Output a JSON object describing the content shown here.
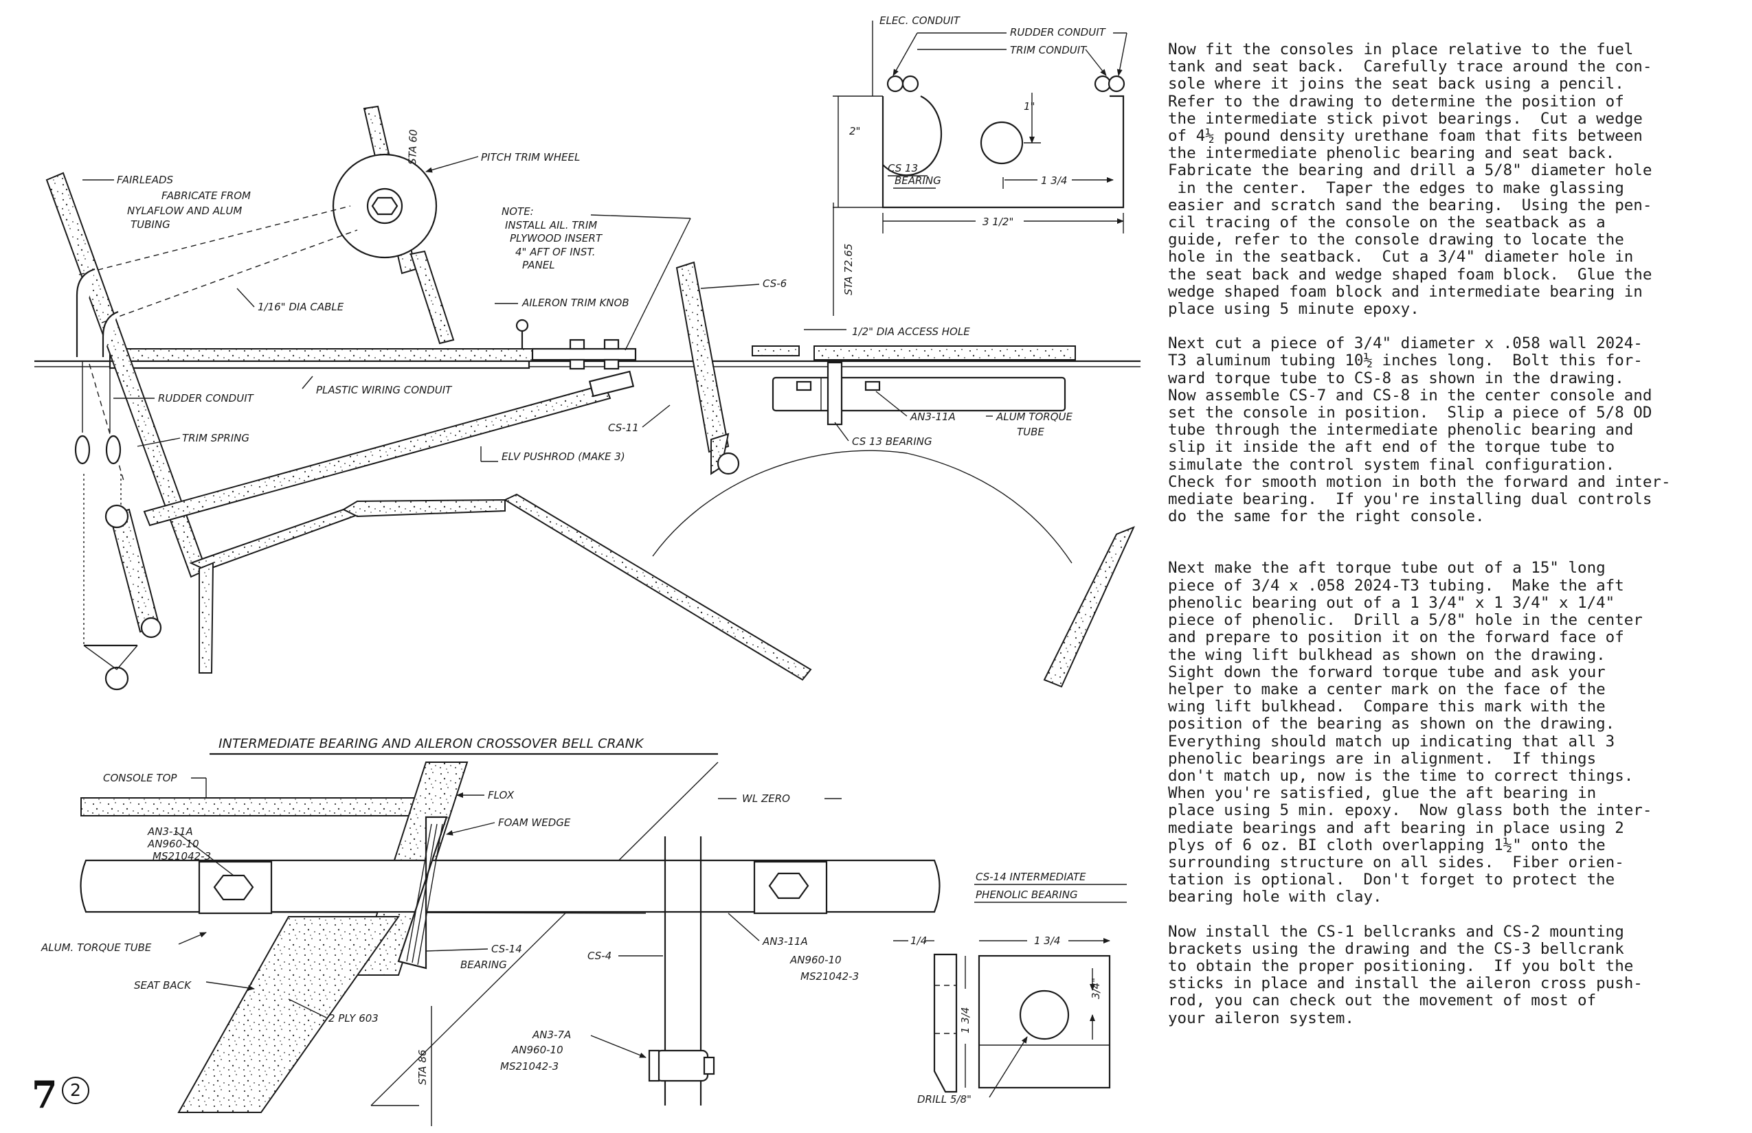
{
  "page": {
    "number": "7",
    "sub_number": "2"
  },
  "drawing": {
    "labels": {
      "fairleads": "FAIRLEADS",
      "fabricate_1": "FABRICATE FROM",
      "fabricate_2": "NYLAFLOW AND ALUM",
      "fabricate_3": "TUBING",
      "pitch_trim_wheel": "PITCH TRIM WHEEL",
      "sta_60": "STA 60",
      "note_1": "NOTE:",
      "note_2": "INSTALL AIL. TRIM",
      "note_3": "PLYWOOD INSERT",
      "note_4": "4\" AFT OF INST.",
      "note_5": "PANEL",
      "cable": "1/16\" DIA CABLE",
      "aileron_trim_knob": "AILERON TRIM KNOB",
      "cs6": "CS-6",
      "sta_7265": "STA 72.65",
      "access_hole": "1/2\" DIA ACCESS HOLE",
      "plastic_wiring_conduit": "PLASTIC WIRING CONDUIT",
      "rudder_conduit_left": "RUDDER CONDUIT",
      "trim_spring": "TRIM SPRING",
      "cs11": "CS-11",
      "elv_pushrod": "ELV PUSHROD (MAKE 3)",
      "an3_11a_top": "AN3-11A",
      "cs13_bearing_side": "CS 13 BEARING",
      "alum_torque_tube_1": "ALUM TORQUE",
      "alum_torque_tube_2": "TUBE",
      "elec_conduit": "ELEC. CONDUIT",
      "rudder_conduit_top": "RUDDER CONDUIT",
      "trim_conduit": "TRIM CONDUIT",
      "dim_2in": "2\"",
      "dim_1in": "1\"",
      "cs13_label_1": "CS 13",
      "cs13_label_2": "BEARING",
      "dim_1_3_4": "1 3/4",
      "dim_3_1_2": "3 1/2\"",
      "section_title": "INTERMEDIATE BEARING AND AILERON CROSSOVER BELL CRANK",
      "console_top": "CONSOLE TOP",
      "flox": "FLOX",
      "wl_zero": "WL ZERO",
      "foam_wedge": "FOAM WEDGE",
      "hw_left_1": "AN3-11A",
      "hw_left_2": "AN960-10",
      "hw_left_3": "MS21042-3",
      "alum_torque_tube_bottom": "ALUM. TORQUE TUBE",
      "seat_back": "SEAT BACK",
      "cs14_bearing_1": "CS-14",
      "cs14_bearing_2": "BEARING",
      "cs4": "CS-4",
      "hw_right_1": "AN3-11A",
      "hw_right_2": "AN960-10",
      "hw_right_3": "MS21042-3",
      "two_ply": "2 PLY 603",
      "sta_86": "STA 86",
      "hw_bottom_1": "AN3-7A",
      "hw_bottom_2": "AN960-10",
      "hw_bottom_3": "MS21042-3",
      "cs14_title_1": "CS-14 INTERMEDIATE",
      "cs14_title_2": "PHENOLIC BEARING",
      "dim_1_4": "1/4",
      "dim_1_3_4_top": "1 3/4",
      "dim_1_3_4_side": "1 3/4",
      "dim_3_4": "3/4\"",
      "drill": "DRILL 5/8\""
    }
  },
  "text": {
    "para1": "Now fit the consoles in place relative to the fuel\ntank and seat back.  Carefully trace around the con-\nsole where it joins the seat back using a pencil.\nRefer to the drawing to determine the position of\nthe intermediate stick pivot bearings.  Cut a wedge\nof 4½ pound density urethane foam that fits between\nthe intermediate phenolic bearing and seat back.\nFabricate the bearing and drill a 5/8\" diameter hole\n in the center.  Taper the edges to make glassing\neasier and scratch sand the bearing.  Using the pen-\ncil tracing of the console on the seatback as a\nguide, refer to the console drawing to locate the\nhole in the seatback.  Cut a 3/4\" diameter hole in\nthe seat back and wedge shaped foam block.  Glue the\nwedge shaped foam block and intermediate bearing in\nplace using 5 minute epoxy.",
    "para2": "Next cut a piece of 3/4\" diameter x .058 wall 2024-\nT3 aluminum tubing 10½ inches long.  Bolt this for-\nward torque tube to CS-8 as shown in the drawing.\nNow assemble CS-7 and CS-8 in the center console and\nset the console in position.  Slip a piece of 5/8 OD\ntube through the intermediate phenolic bearing and\nslip it inside the aft end of the torque tube to\nsimulate the control system final configuration.\nCheck for smooth motion in both the forward and inter-\nmediate bearing.  If you're installing dual controls\ndo the same for the right console.",
    "para3": "Next make the aft torque tube out of a 15\" long\npiece of 3/4 x .058 2024-T3 tubing.  Make the aft\nphenolic bearing out of a 1 3/4\" x 1 3/4\" x 1/4\"\npiece of phenolic.  Drill a 5/8\" hole in the center\nand prepare to position it on the forward face of\nthe wing lift bulkhead as shown on the drawing.\nSight down the forward torque tube and ask your\nhelper to make a center mark on the face of the\nwing lift bulkhead.  Compare this mark with the\nposition of the bearing as shown on the drawing.\nEverything should match up indicating that all 3\nphenolic bearings are in alignment.  If things\ndon't match up, now is the time to correct things.\nWhen you're satisfied, glue the aft bearing in\nplace using 5 min. epoxy.  Now glass both the inter-\nmediate bearings and aft bearing in place using 2\nplys of 6 oz. BI cloth overlapping 1½\" onto the\nsurrounding structure on all sides.  Fiber orien-\ntation is optional.  Don't forget to protect the\nbearing hole with clay.",
    "para4": "Now install the CS-1 bellcranks and CS-2 mounting\nbrackets using the drawing and the CS-3 bellcrank\nto obtain the proper positioning.  If you bolt the\nsticks in place and install the aileron cross push-\nrod, you can check out the movement of most of\nyour aileron system."
  }
}
